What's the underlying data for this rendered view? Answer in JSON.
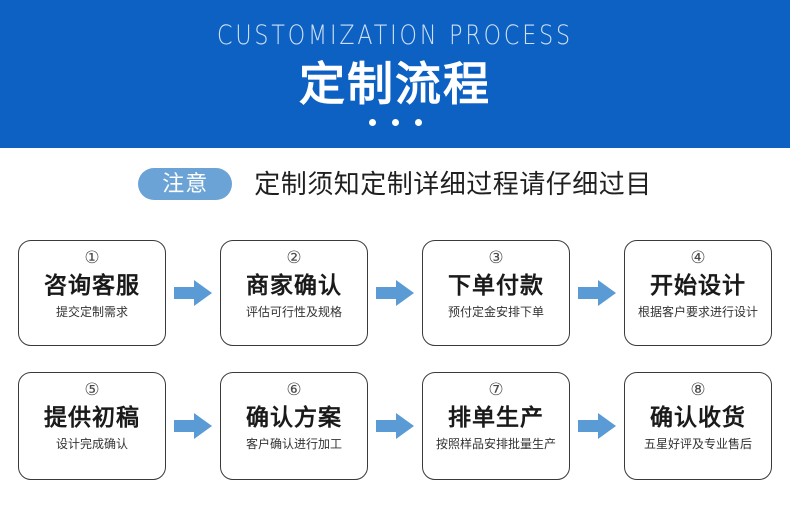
{
  "banner": {
    "eyebrow": "CUSTOMIZATION PROCESS",
    "title": "定制流程",
    "dots_count": 3,
    "background_color": "#0c61c3",
    "eyebrow_color": "#cfe0f4",
    "title_color": "#ffffff"
  },
  "notice": {
    "badge_label": "注意",
    "badge_color": "#6ba3d6",
    "text": "定制须知定制详细过程请仔细过目",
    "text_color": "#1f1f1f"
  },
  "flow": {
    "arrow_color": "#5b9bd5",
    "box_border_color": "#3a3a3a",
    "rows": [
      {
        "steps": [
          {
            "number": "①",
            "title": "咨询客服",
            "subtitle": "提交定制需求"
          },
          {
            "number": "②",
            "title": "商家确认",
            "subtitle": "评估可行性及规格"
          },
          {
            "number": "③",
            "title": "下单付款",
            "subtitle": "预付定金安排下单"
          },
          {
            "number": "④",
            "title": "开始设计",
            "subtitle": "根据客户要求进行设计"
          }
        ]
      },
      {
        "steps": [
          {
            "number": "⑤",
            "title": "提供初稿",
            "subtitle": "设计完成确认"
          },
          {
            "number": "⑥",
            "title": "确认方案",
            "subtitle": "客户确认进行加工"
          },
          {
            "number": "⑦",
            "title": "排单生产",
            "subtitle": "按照样品安排批量生产"
          },
          {
            "number": "⑧",
            "title": "确认收货",
            "subtitle": "五星好评及专业售后"
          }
        ]
      }
    ]
  }
}
